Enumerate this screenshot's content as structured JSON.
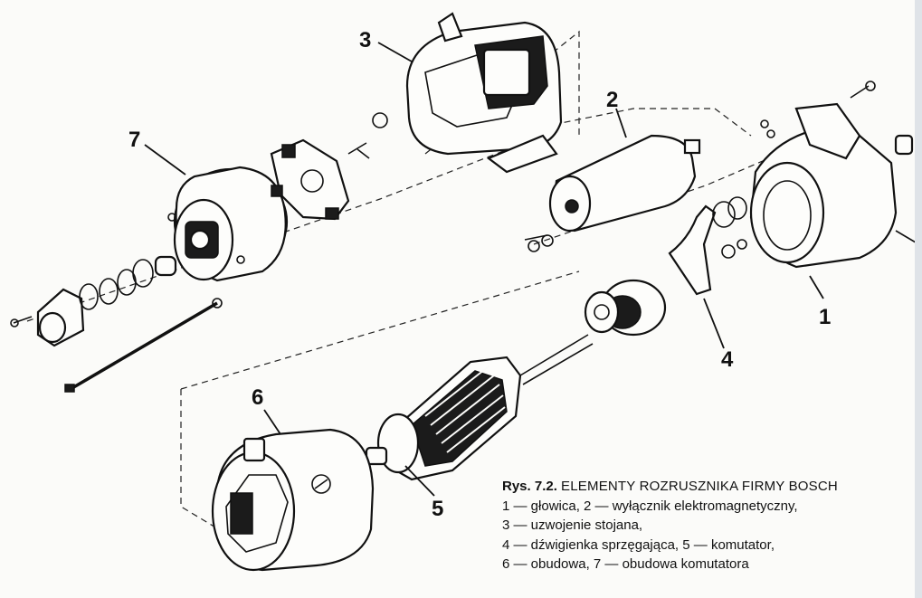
{
  "figure": {
    "callouts": [
      "1",
      "2",
      "3",
      "4",
      "5",
      "6",
      "7"
    ],
    "caption": {
      "figure_number": "Rys. 7.2.",
      "title": "ELEMENTY ROZRUSZNIKA FIRMY BOSCH",
      "lines": [
        "1 — głowica, 2 — wyłącznik elektromagnetyczny,",
        "3 — uzwojenie stojana,",
        "4 — dźwigienka sprzęgająca, 5 — komutator,",
        "6 — obudowa, 7 — obudowa komutatora"
      ]
    }
  }
}
